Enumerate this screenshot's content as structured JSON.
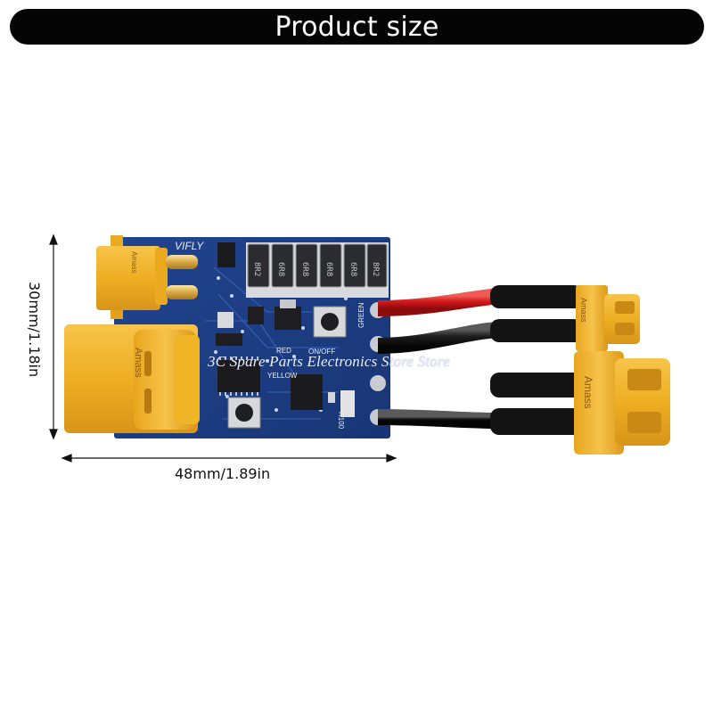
{
  "banner": {
    "title": "Product size"
  },
  "dimensions": {
    "width_label": "48mm/1.89in",
    "height_label": "30mm/1.18in"
  },
  "watermark": {
    "text": "3C Spare Parts Electronics Store Store"
  },
  "board": {
    "brand": "VIFLY",
    "inductor_labels": [
      "8R2",
      "6R8",
      "6R8",
      "6R8",
      "6R8",
      "8R2"
    ],
    "silkscreen": {
      "on_off": "ON/OFF",
      "red": "RED",
      "yellow": "YELLOW",
      "green": "GREEN",
      "resistor": "R100"
    }
  },
  "connectors": {
    "xt60_brand": "Amass",
    "xt30_brand": "Amass"
  },
  "colors": {
    "banner_bg": "#050505",
    "pcb_blue": "#1c3d8a",
    "connector_yellow": "#f0b526",
    "wire_red": "#d4191b",
    "wire_black": "#1a1a1a"
  }
}
